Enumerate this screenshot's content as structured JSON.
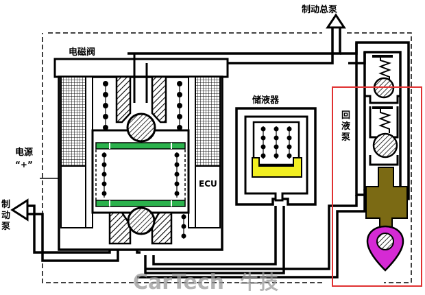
{
  "labels": {
    "master_cylinder": "制动总泵",
    "solenoid_valve": "电磁阀",
    "accumulator": "储液器",
    "return_pump": [
      "回",
      "液",
      "泵"
    ],
    "power_line1": "电源",
    "power_line2": "“+”",
    "ecu": "ECU",
    "wheel_cylinder": [
      "制",
      "动",
      "泵"
    ]
  },
  "watermark": {
    "latin": "CarTech",
    "cjk": "牛技"
  },
  "colors": {
    "frame": "#000000",
    "fluid_band": "#2bb24c",
    "accumulator_fluid": "#f2ef22",
    "pump_piston": "#7b6a14",
    "eccentric_cam": "#d52ad4",
    "highlight_box": "#e03030",
    "coil_hatch": "#000000",
    "watermark": "#9a9a9a"
  }
}
